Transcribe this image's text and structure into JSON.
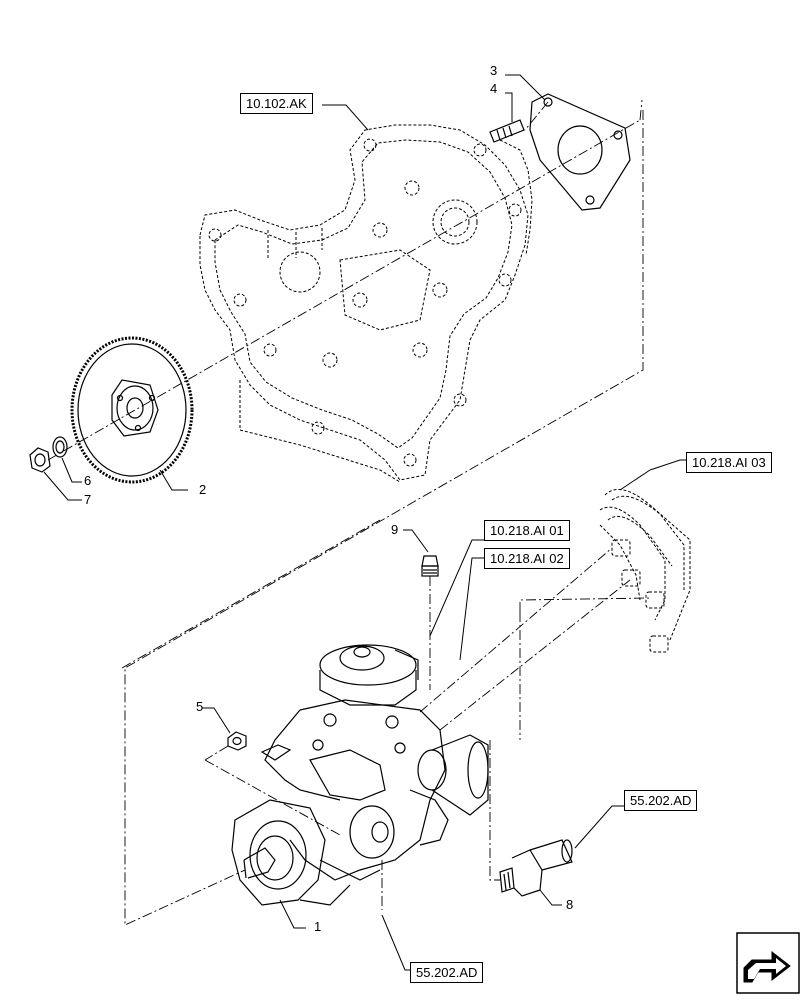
{
  "refs": {
    "timing_cover": "10.102.AK",
    "injection_lines": "10.218.AI 03",
    "line_ref_01": "10.218.AI 01",
    "line_ref_02": "10.218.AI 02",
    "sensor_ref_right": "55.202.AD",
    "sensor_ref_bottom": "55.202.AD"
  },
  "callouts": [
    "1",
    "2",
    "3",
    "4",
    "5",
    "6",
    "7",
    "8",
    "9"
  ],
  "nav": {
    "icon": "next-page-arrow-icon"
  }
}
